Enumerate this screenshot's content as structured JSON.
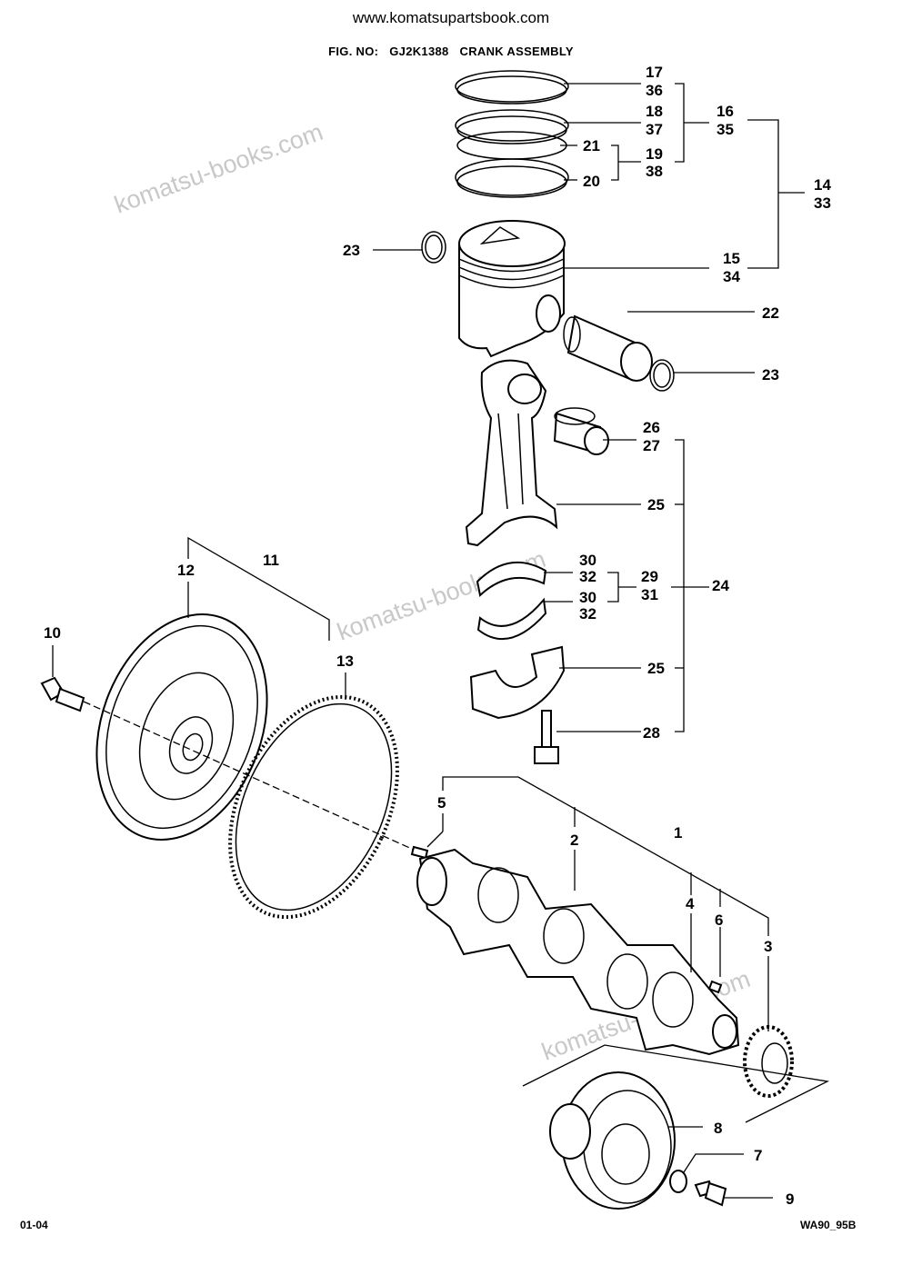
{
  "header": {
    "site": "www.komatsupartsbook.com",
    "fig_label": "FIG. NO:",
    "fig_number": "GJ2K1388",
    "fig_title": "CRANK ASSEMBLY"
  },
  "footer": {
    "page": "01-04",
    "model": "WA90_95B"
  },
  "watermark": "komatsu-books.com",
  "callouts": [
    "17",
    "36",
    "18",
    "37",
    "16",
    "35",
    "21",
    "19",
    "38",
    "20",
    "14",
    "33",
    "23",
    "15",
    "34",
    "22",
    "23",
    "26",
    "27",
    "25",
    "30",
    "32",
    "29",
    "31",
    "24",
    "30",
    "32",
    "25",
    "28",
    "11",
    "12",
    "13",
    "10",
    "5",
    "2",
    "1",
    "4",
    "6",
    "3",
    "8",
    "7",
    "9"
  ]
}
